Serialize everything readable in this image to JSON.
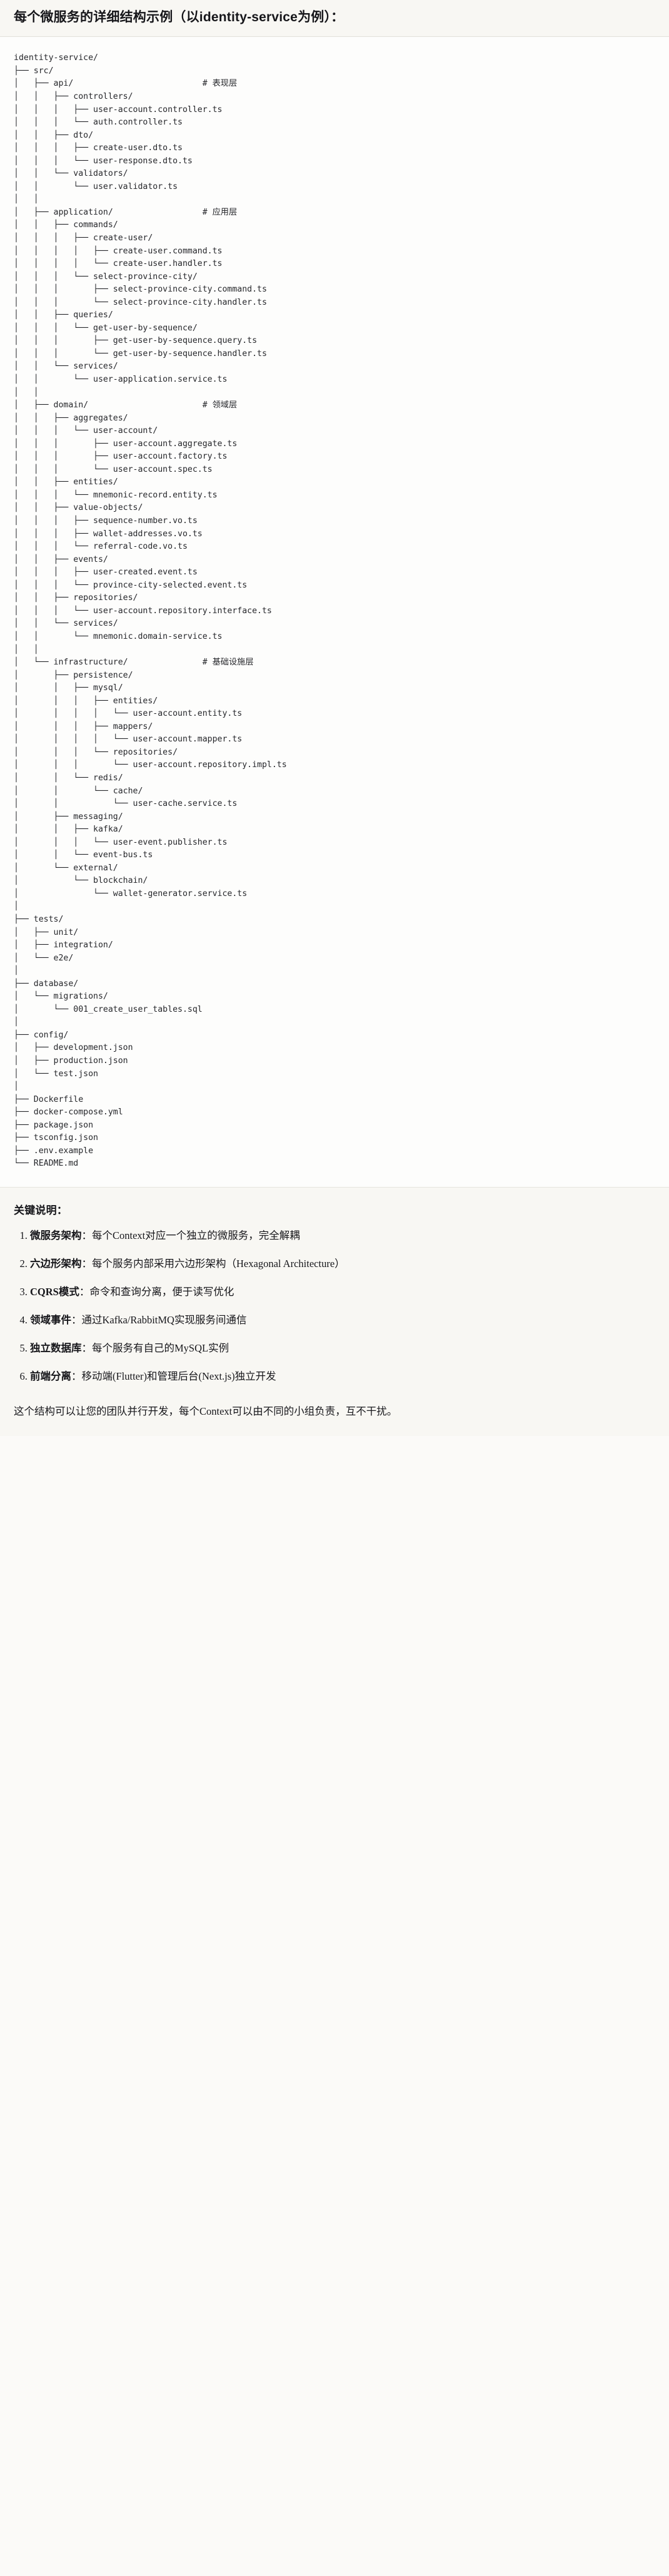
{
  "header": {
    "title": "每个微服务的详细结构示例（以identity-service为例）："
  },
  "tree": {
    "root": "identity-service/",
    "lines": [
      "identity-service/",
      "├── src/",
      "│   ├── api/                          # 表现层",
      "│   │   ├── controllers/",
      "│   │   │   ├── user-account.controller.ts",
      "│   │   │   └── auth.controller.ts",
      "│   │   ├── dto/",
      "│   │   │   ├── create-user.dto.ts",
      "│   │   │   └── user-response.dto.ts",
      "│   │   └── validators/",
      "│   │       └── user.validator.ts",
      "│   │",
      "│   ├── application/                  # 应用层",
      "│   │   ├── commands/",
      "│   │   │   ├── create-user/",
      "│   │   │   │   ├── create-user.command.ts",
      "│   │   │   │   └── create-user.handler.ts",
      "│   │   │   └── select-province-city/",
      "│   │   │       ├── select-province-city.command.ts",
      "│   │   │       └── select-province-city.handler.ts",
      "│   │   ├── queries/",
      "│   │   │   └── get-user-by-sequence/",
      "│   │   │       ├── get-user-by-sequence.query.ts",
      "│   │   │       └── get-user-by-sequence.handler.ts",
      "│   │   └── services/",
      "│   │       └── user-application.service.ts",
      "│   │",
      "│   ├── domain/                       # 领域层",
      "│   │   ├── aggregates/",
      "│   │   │   └── user-account/",
      "│   │   │       ├── user-account.aggregate.ts",
      "│   │   │       ├── user-account.factory.ts",
      "│   │   │       └── user-account.spec.ts",
      "│   │   ├── entities/",
      "│   │   │   └── mnemonic-record.entity.ts",
      "│   │   ├── value-objects/",
      "│   │   │   ├── sequence-number.vo.ts",
      "│   │   │   ├── wallet-addresses.vo.ts",
      "│   │   │   └── referral-code.vo.ts",
      "│   │   ├── events/",
      "│   │   │   ├── user-created.event.ts",
      "│   │   │   └── province-city-selected.event.ts",
      "│   │   ├── repositories/",
      "│   │   │   └── user-account.repository.interface.ts",
      "│   │   └── services/",
      "│   │       └── mnemonic.domain-service.ts",
      "│   │",
      "│   └── infrastructure/               # 基础设施层",
      "│       ├── persistence/",
      "│       │   ├── mysql/",
      "│       │   │   ├── entities/",
      "│       │   │   │   └── user-account.entity.ts",
      "│       │   │   ├── mappers/",
      "│       │   │   │   └── user-account.mapper.ts",
      "│       │   │   └── repositories/",
      "│       │   │       └── user-account.repository.impl.ts",
      "│       │   └── redis/",
      "│       │       └── cache/",
      "│       │           └── user-cache.service.ts",
      "│       ├── messaging/",
      "│       │   ├── kafka/",
      "│       │   │   └── user-event.publisher.ts",
      "│       │   └── event-bus.ts",
      "│       └── external/",
      "│           └── blockchain/",
      "│               └── wallet-generator.service.ts",
      "│",
      "├── tests/",
      "│   ├── unit/",
      "│   ├── integration/",
      "│   └── e2e/",
      "│",
      "├── database/",
      "│   └── migrations/",
      "│       └── 001_create_user_tables.sql",
      "│",
      "├── config/",
      "│   ├── development.json",
      "│   ├── production.json",
      "│   └── test.json",
      "│",
      "├── Dockerfile",
      "├── docker-compose.yml",
      "├── package.json",
      "├── tsconfig.json",
      "├── .env.example",
      "└── README.md"
    ],
    "layer_comments": [
      "# 表现层",
      "# 应用层",
      "# 领域层",
      "# 基础设施层"
    ]
  },
  "notes": {
    "title": "关键说明：",
    "items": [
      {
        "term": "微服务架构",
        "sep": "：",
        "desc": "每个Context对应一个独立的微服务，完全解耦"
      },
      {
        "term": "六边形架构",
        "sep": "：",
        "desc": "每个服务内部采用六边形架构（Hexagonal Architecture）"
      },
      {
        "term": "CQRS模式",
        "sep": "：",
        "desc": "命令和查询分离，便于读写优化"
      },
      {
        "term": "领域事件",
        "sep": "：",
        "desc": "通过Kafka/RabbitMQ实现服务间通信"
      },
      {
        "term": "独立数据库",
        "sep": "：",
        "desc": "每个服务有自己的MySQL实例"
      },
      {
        "term": "前端分离",
        "sep": "：",
        "desc": "移动端(Flutter)和管理后台(Next.js)独立开发"
      }
    ],
    "closing": "这个结构可以让您的团队并行开发，每个Context可以由不同的小组负责，互不干扰。"
  }
}
